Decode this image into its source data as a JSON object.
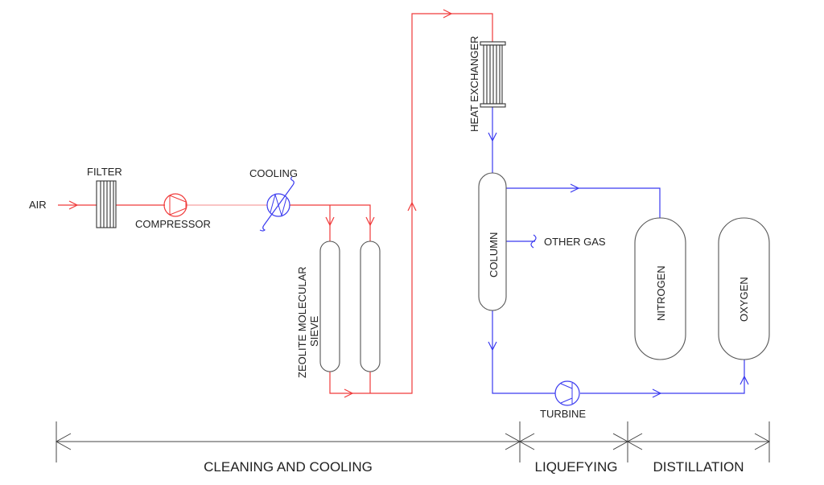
{
  "colors": {
    "hot_line": "#f03a3a",
    "cold_line": "#3a3af0",
    "equipment_outline": "#555555",
    "text": "#222222"
  },
  "labels": {
    "air": "AIR",
    "filter": "FILTER",
    "compressor": "COMPRESSOR",
    "cooling": "COOLING",
    "sieve_line1": "ZEOLITE MOLECULAR",
    "sieve_line2": "SIEVE",
    "heat_exchanger": "HEAT EXCHANGER",
    "column": "COLUMN",
    "other_gas": "OTHER GAS",
    "nitrogen": "NITROGEN",
    "oxygen": "OXYGEN",
    "turbine": "TURBINE"
  },
  "stages": [
    {
      "label": "CLEANING AND COOLING"
    },
    {
      "label": "LIQUEFYING"
    },
    {
      "label": "DISTILLATION"
    }
  ]
}
